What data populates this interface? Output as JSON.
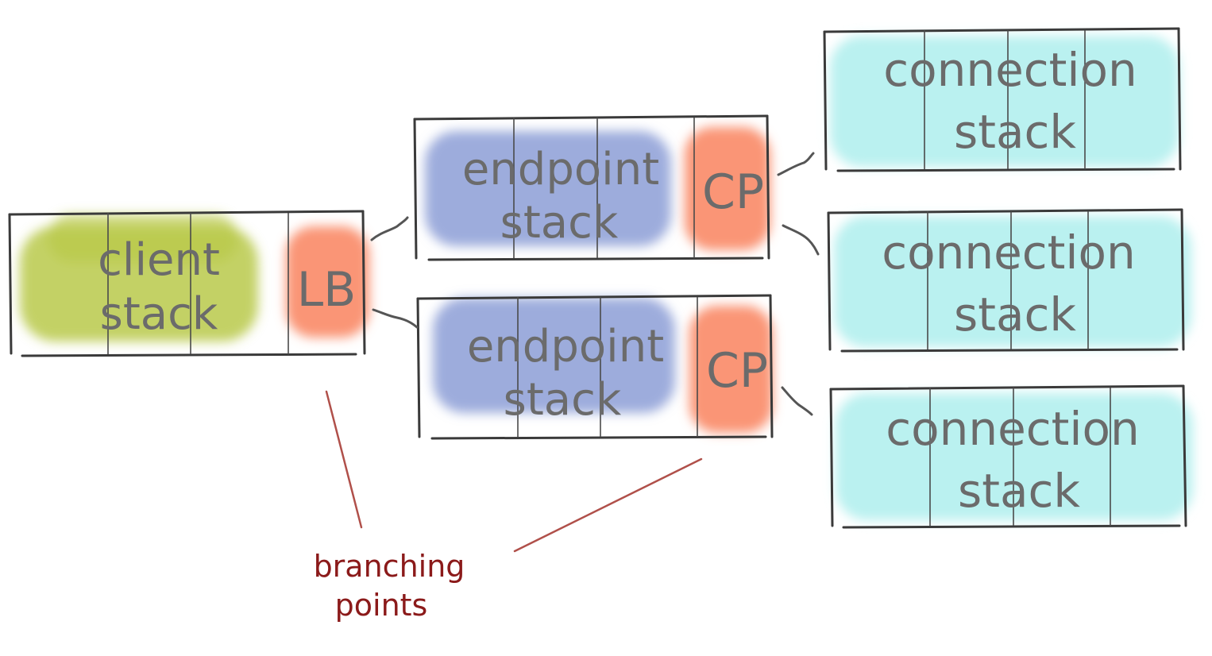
{
  "colors": {
    "client": "#b9c94a",
    "endpoint": "#8c9ed6",
    "branch": "#fa8a66",
    "connection": "#aeeeed",
    "annotation": "#8b1a1a"
  },
  "client_stack": {
    "line1": "client",
    "line2": "stack",
    "branch_label": "LB"
  },
  "endpoint_stacks": [
    {
      "line1": "endpoint",
      "line2": "stack",
      "branch_label": "CP"
    },
    {
      "line1": "endpoint",
      "line2": "stack",
      "branch_label": "CP"
    }
  ],
  "connection_stacks": [
    {
      "line1": "connection",
      "line2": "stack"
    },
    {
      "line1": "connection",
      "line2": "stack"
    },
    {
      "line1": "connection",
      "line2": "stack"
    }
  ],
  "annotation": {
    "line1": "branching",
    "line2": "points"
  }
}
